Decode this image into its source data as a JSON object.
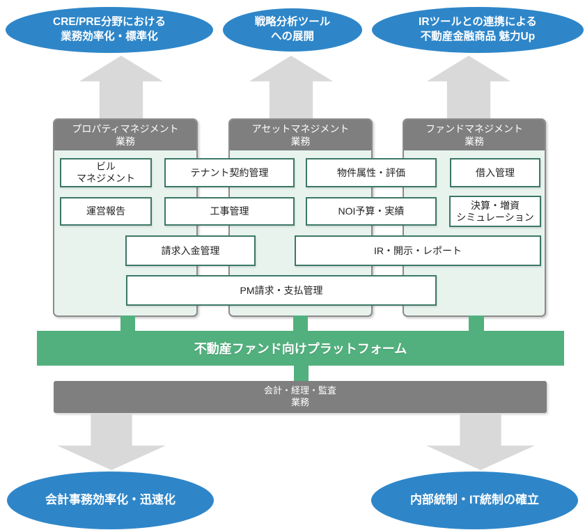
{
  "diagram": {
    "title_semantic": "real-estate-fund-platform-architecture",
    "top_goals": [
      {
        "label": "CRE/PRE分野における\n業務効率化・標準化"
      },
      {
        "label": "戦略分析ツール\nへの展開"
      },
      {
        "label": "IRツールとの連携による\n不動産金融商品 魅力Up"
      }
    ],
    "columns": [
      {
        "title": "プロパティマネジメント\n業務"
      },
      {
        "title": "アセットマネジメント\n業務"
      },
      {
        "title": "ファンドマネジメント\n業務"
      }
    ],
    "modules": [
      {
        "label": "ビル\nマネジメント"
      },
      {
        "label": "テナント契約管理"
      },
      {
        "label": "物件属性・評価"
      },
      {
        "label": "借入管理"
      },
      {
        "label": "運営報告"
      },
      {
        "label": "工事管理"
      },
      {
        "label": "NOI予算・実績"
      },
      {
        "label": "決算・増資\nシミュレーション"
      },
      {
        "label": "請求入金管理"
      },
      {
        "label": "IR・開示・レポート"
      },
      {
        "label": "PM請求・支払管理"
      }
    ],
    "platform": {
      "label": "不動産ファンド向けプラットフォーム"
    },
    "accounting": {
      "label": "会計・経理・監査\n業務"
    },
    "bottom_goals": [
      {
        "label": "会計事務効率化・迅速化"
      },
      {
        "label": "内部統制・IT統制の確立"
      }
    ],
    "colors": {
      "goal_blue": "#2e86c9",
      "header_gray": "#7f7f7f",
      "panel_body_green": "#e8f3ed",
      "module_border_green": "#3b7767",
      "platform_green": "#52b07e",
      "arrow_gray": "#d9d9d9"
    }
  }
}
